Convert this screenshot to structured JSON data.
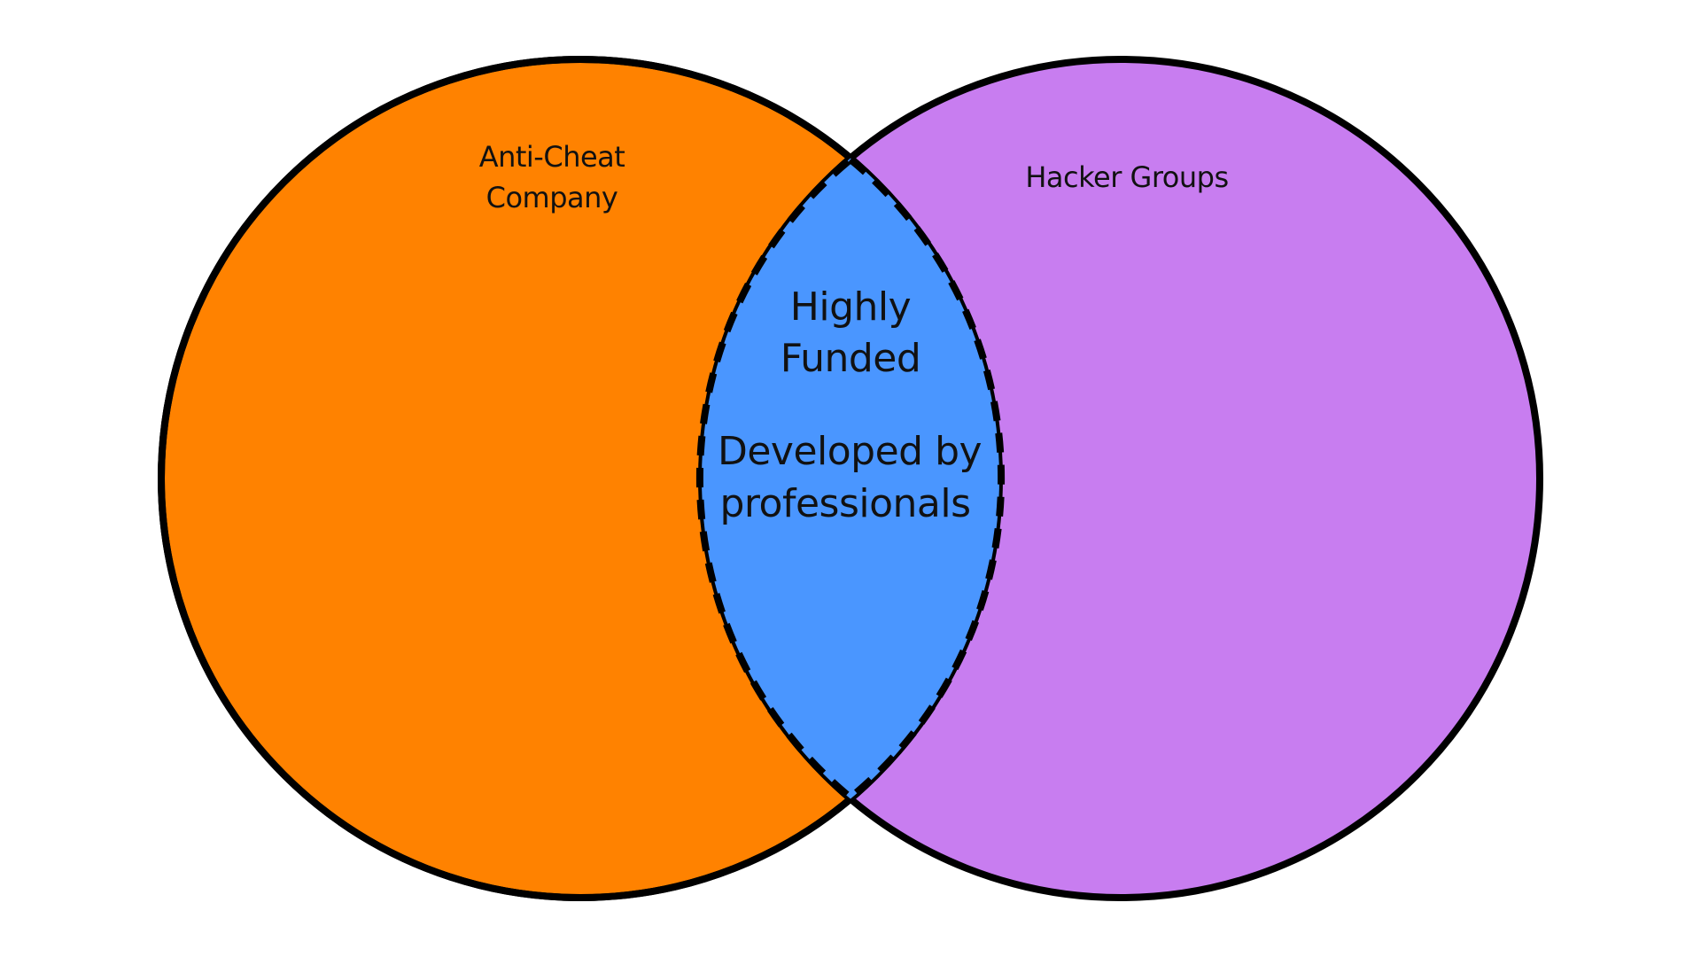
{
  "diagram": {
    "type": "venn",
    "colors": {
      "background": "#FFFFFF",
      "left_fill": "#FF8200",
      "right_fill": "#C87DF0",
      "overlap_fill": "#4A96FF",
      "stroke": "#000000",
      "text": "#111111"
    },
    "sets": [
      {
        "id": "left",
        "label_lines": [
          "Anti-Cheat",
          "Company"
        ]
      },
      {
        "id": "right",
        "label_lines": [
          "Hacker Groups"
        ]
      }
    ],
    "overlap": {
      "items": [
        {
          "lines": [
            "Highly",
            "Funded"
          ]
        },
        {
          "lines": [
            "Developed by",
            "professionals"
          ]
        }
      ]
    }
  }
}
